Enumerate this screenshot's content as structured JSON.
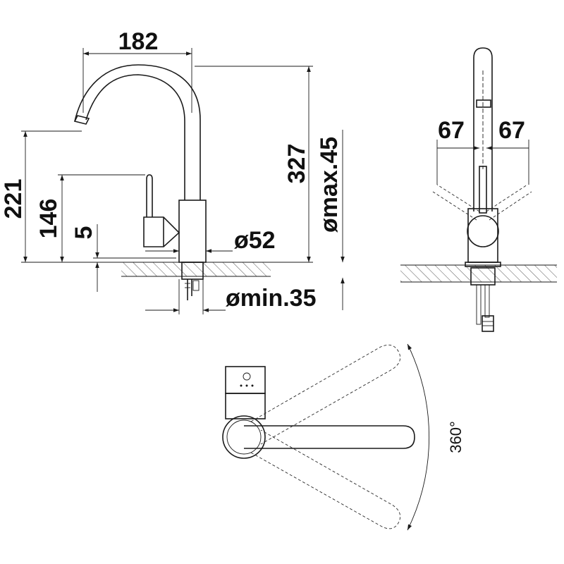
{
  "dimensions": {
    "spout_reach": "182",
    "total_height": "327",
    "spout_height": "221",
    "handle_height": "146",
    "base_height": "5",
    "base_diameter": "ø52",
    "max_thickness": "ømax.45",
    "min_hole": "ømin.35",
    "handle_left": "67",
    "handle_right": "67",
    "swivel_angle": "360°"
  },
  "colors": {
    "line": "#1a1a1a",
    "hatch": "#555555",
    "background": "#ffffff"
  }
}
